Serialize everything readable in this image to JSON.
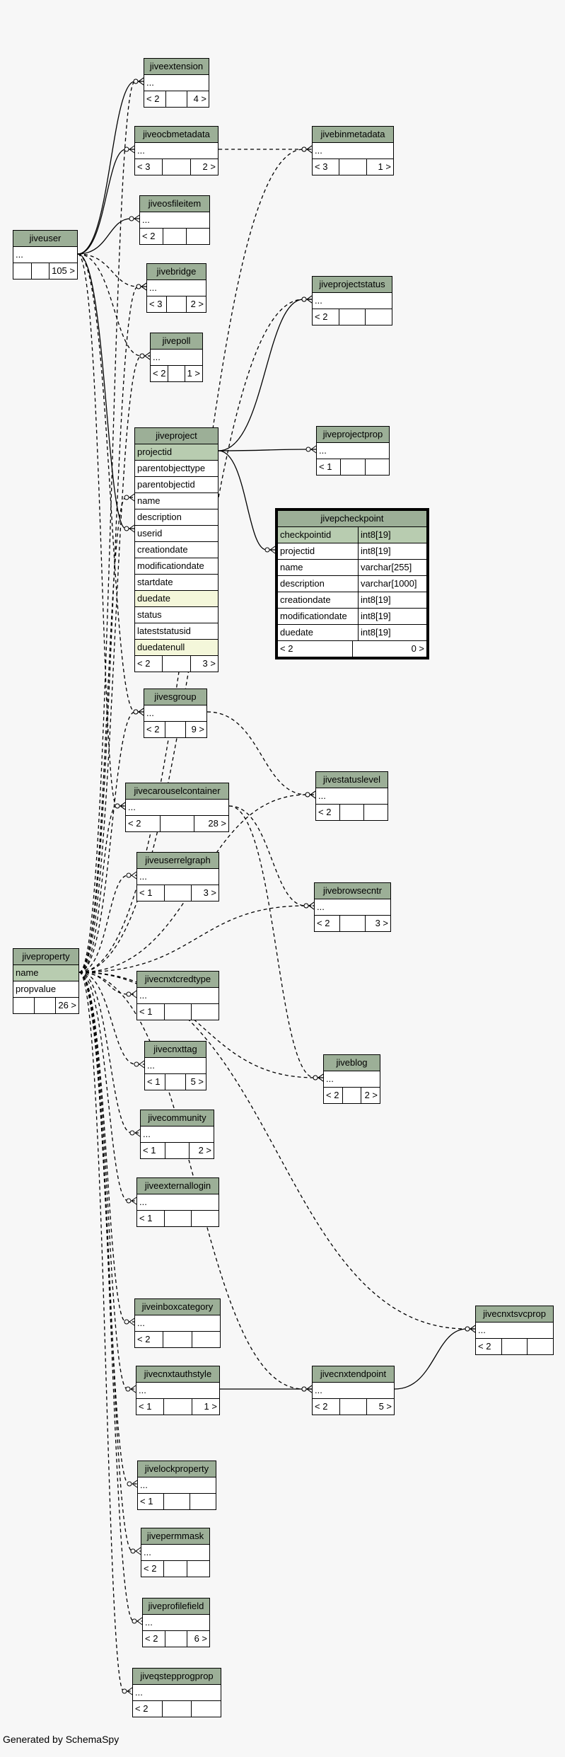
{
  "footer": "Generated by SchemaSpy",
  "tables": {
    "jiveuser": {
      "name": "jiveuser",
      "rows": [
        "..."
      ],
      "foot": [
        "",
        "",
        "105 >"
      ]
    },
    "jiveproperty": {
      "name": "jiveproperty",
      "rows": [
        "name",
        "propvalue"
      ],
      "foot": [
        "",
        "",
        "26 >"
      ]
    },
    "jiveextension": {
      "name": "jiveextension",
      "rows": [
        "..."
      ],
      "foot": [
        "< 2",
        "",
        "4 >"
      ]
    },
    "jiveocbmetadata": {
      "name": "jiveocbmetadata",
      "rows": [
        "..."
      ],
      "foot": [
        "< 3",
        "",
        "2 >"
      ]
    },
    "jiveosfileitem": {
      "name": "jiveosfileitem",
      "rows": [
        "..."
      ],
      "foot": [
        "< 2",
        "",
        ""
      ]
    },
    "jivebridge": {
      "name": "jivebridge",
      "rows": [
        "..."
      ],
      "foot": [
        "< 3",
        "",
        "2 >"
      ]
    },
    "jivepoll": {
      "name": "jivepoll",
      "rows": [
        "..."
      ],
      "foot": [
        "< 2",
        "",
        "1 >"
      ]
    },
    "jiveproject": {
      "name": "jiveproject",
      "rows": [
        "projectid",
        "parentobjecttype",
        "parentobjectid",
        "name",
        "description",
        "userid",
        "creationdate",
        "modificationdate",
        "startdate",
        "duedate",
        "status",
        "lateststatusid",
        "duedatenull"
      ],
      "foot": [
        "< 2",
        "",
        "3 >"
      ]
    },
    "jivesgroup": {
      "name": "jivesgroup",
      "rows": [
        "..."
      ],
      "foot": [
        "< 2",
        "",
        "9 >"
      ]
    },
    "jivecarouselcontainer": {
      "name": "jivecarouselcontainer",
      "rows": [
        "..."
      ],
      "foot": [
        "< 2",
        "",
        "28 >"
      ]
    },
    "jiveuserrelgraph": {
      "name": "jiveuserrelgraph",
      "rows": [
        "..."
      ],
      "foot": [
        "< 1",
        "",
        "3 >"
      ]
    },
    "jivecnxtcredtype": {
      "name": "jivecnxtcredtype",
      "rows": [
        "..."
      ],
      "foot": [
        "< 1",
        "",
        ""
      ]
    },
    "jivecnxttag": {
      "name": "jivecnxttag",
      "rows": [
        "..."
      ],
      "foot": [
        "< 1",
        "",
        "5 >"
      ]
    },
    "jivecommunity": {
      "name": "jivecommunity",
      "rows": [
        "..."
      ],
      "foot": [
        "< 1",
        "",
        "2 >"
      ]
    },
    "jiveexternallogin": {
      "name": "jiveexternallogin",
      "rows": [
        "..."
      ],
      "foot": [
        "< 1",
        "",
        ""
      ]
    },
    "jiveinboxcategory": {
      "name": "jiveinboxcategory",
      "rows": [
        "..."
      ],
      "foot": [
        "< 2",
        "",
        ""
      ]
    },
    "jivecnxtauthstyle": {
      "name": "jivecnxtauthstyle",
      "rows": [
        "..."
      ],
      "foot": [
        "< 1",
        "",
        "1 >"
      ]
    },
    "jivelockproperty": {
      "name": "jivelockproperty",
      "rows": [
        "..."
      ],
      "foot": [
        "< 1",
        "",
        ""
      ]
    },
    "jivepermmask": {
      "name": "jivepermmask",
      "rows": [
        "..."
      ],
      "foot": [
        "< 2",
        "",
        ""
      ]
    },
    "jiveprofilefield": {
      "name": "jiveprofilefield",
      "rows": [
        "..."
      ],
      "foot": [
        "< 2",
        "",
        "6 >"
      ]
    },
    "jiveqstepprogprop": {
      "name": "jiveqstepprogprop",
      "rows": [
        "..."
      ],
      "foot": [
        "< 2",
        "",
        ""
      ]
    },
    "jivebinmetadata": {
      "name": "jivebinmetadata",
      "rows": [
        "..."
      ],
      "foot": [
        "< 3",
        "",
        "1 >"
      ]
    },
    "jiveprojectstatus": {
      "name": "jiveprojectstatus",
      "rows": [
        "..."
      ],
      "foot": [
        "< 2",
        "",
        ""
      ]
    },
    "jiveprojectprop": {
      "name": "jiveprojectprop",
      "rows": [
        "..."
      ],
      "foot": [
        "< 1",
        "",
        ""
      ]
    },
    "jivestatuslevel": {
      "name": "jivestatuslevel",
      "rows": [
        "..."
      ],
      "foot": [
        "< 2",
        "",
        ""
      ]
    },
    "jivebrowsecntr": {
      "name": "jivebrowsecntr",
      "rows": [
        "..."
      ],
      "foot": [
        "< 2",
        "",
        "3 >"
      ]
    },
    "jiveblog": {
      "name": "jiveblog",
      "rows": [
        "..."
      ],
      "foot": [
        "< 2",
        "",
        "2 >"
      ]
    },
    "jivecnxtendpoint": {
      "name": "jivecnxtendpoint",
      "rows": [
        "..."
      ],
      "foot": [
        "< 2",
        "",
        "5 >"
      ]
    },
    "jivecnxtsvcprop": {
      "name": "jivecnxtsvcprop",
      "rows": [
        "..."
      ],
      "foot": [
        "< 2",
        "",
        ""
      ]
    }
  },
  "focus_table": {
    "name": "jivepcheckpoint",
    "columns": [
      {
        "name": "checkpointid",
        "type": "int8[19]"
      },
      {
        "name": "projectid",
        "type": "int8[19]"
      },
      {
        "name": "name",
        "type": "varchar[255]"
      },
      {
        "name": "description",
        "type": "varchar[1000]"
      },
      {
        "name": "creationdate",
        "type": "int8[19]"
      },
      {
        "name": "modificationdate",
        "type": "int8[19]"
      },
      {
        "name": "duedate",
        "type": "int8[19]"
      }
    ],
    "foot": [
      "< 2",
      "0 >"
    ]
  },
  "colors": {
    "header": "#9caf97",
    "key": "#b8ccb0",
    "highlight": "#f4f7da",
    "background": "#f7f7f7"
  }
}
